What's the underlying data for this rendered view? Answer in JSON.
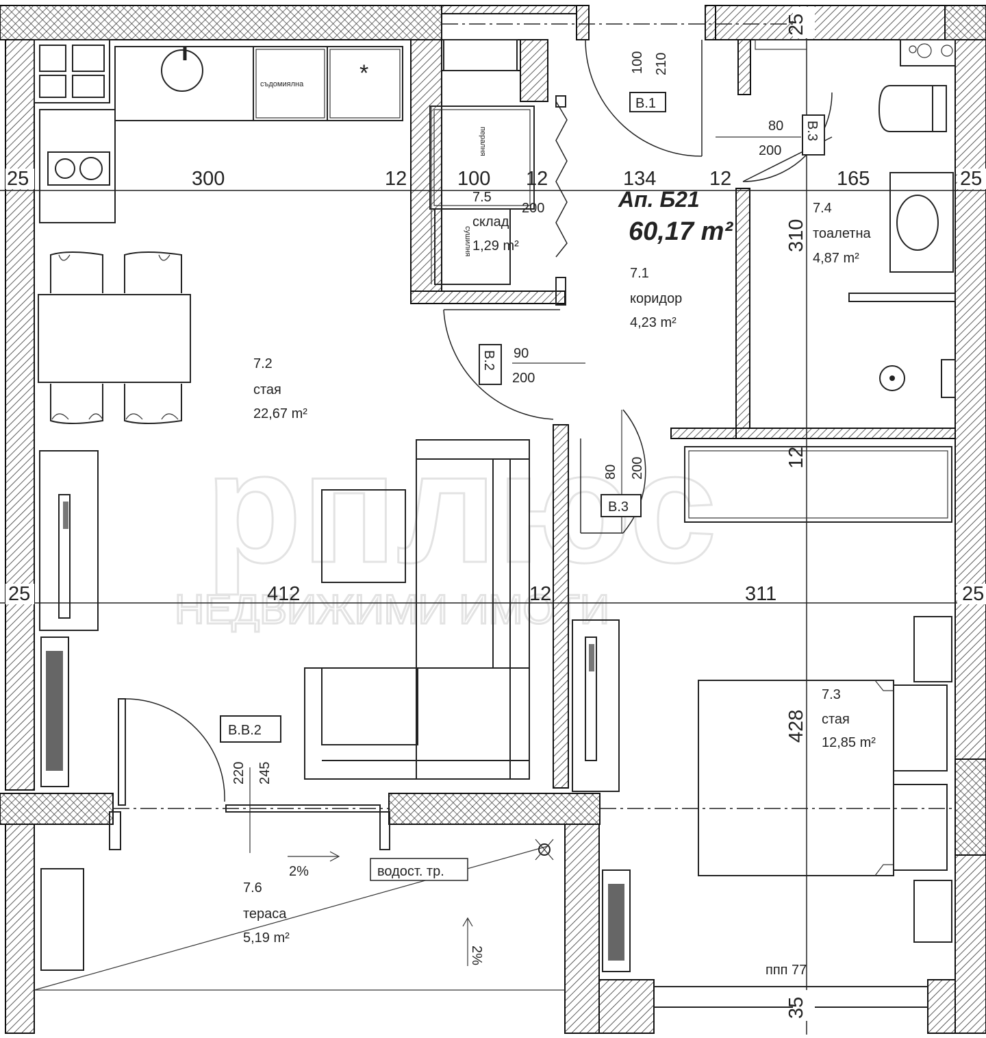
{
  "apartment": {
    "name": "Ап. Б21",
    "area": "60,17 m²"
  },
  "rooms": [
    {
      "id": "7.1",
      "name": "коридор",
      "area": "4,23 m²"
    },
    {
      "id": "7.2",
      "name": "стая",
      "area": "22,67 m²"
    },
    {
      "id": "7.3",
      "name": "стая",
      "area": "12,85 m²"
    },
    {
      "id": "7.4",
      "name": "тоалетна",
      "area": "4,87 m²"
    },
    {
      "id": "7.5",
      "name": "склад",
      "area": "1,29 m²"
    },
    {
      "id": "7.6",
      "name": "тераса",
      "area": "5,19 m²"
    }
  ],
  "dimensions": {
    "top": [
      "25",
      "300",
      "12",
      "100",
      "12",
      "134",
      "12",
      "165",
      "25"
    ],
    "mid": [
      "25",
      "412",
      "12",
      "311",
      "25"
    ],
    "vertical": [
      "25",
      "310",
      "12",
      "428",
      "35"
    ]
  },
  "doors": {
    "b1": {
      "tag": "В.1",
      "width": "100",
      "height": "210"
    },
    "b2": {
      "tag": "В.2",
      "width": "90",
      "height": "200"
    },
    "b3a": {
      "tag": "В.3",
      "width": "80",
      "height": "200"
    },
    "b3b": {
      "tag": "В.3",
      "width": "80",
      "height": "200"
    },
    "vv2": {
      "tag": "В.В.2",
      "width": "220",
      "height": "245"
    },
    "storage_w": "200"
  },
  "annotations": {
    "dishwasher": "съдомиялна",
    "fridge_mark": "*",
    "slope": "2%",
    "slope2": "2%",
    "drain": "водост. тр.",
    "floor_level": "ппп 77",
    "washer": "пералня",
    "dryer": "сушилня"
  },
  "watermark": {
    "logo": "рплюс",
    "tagline": "НЕДВИЖИМИ ИМОТИ"
  }
}
